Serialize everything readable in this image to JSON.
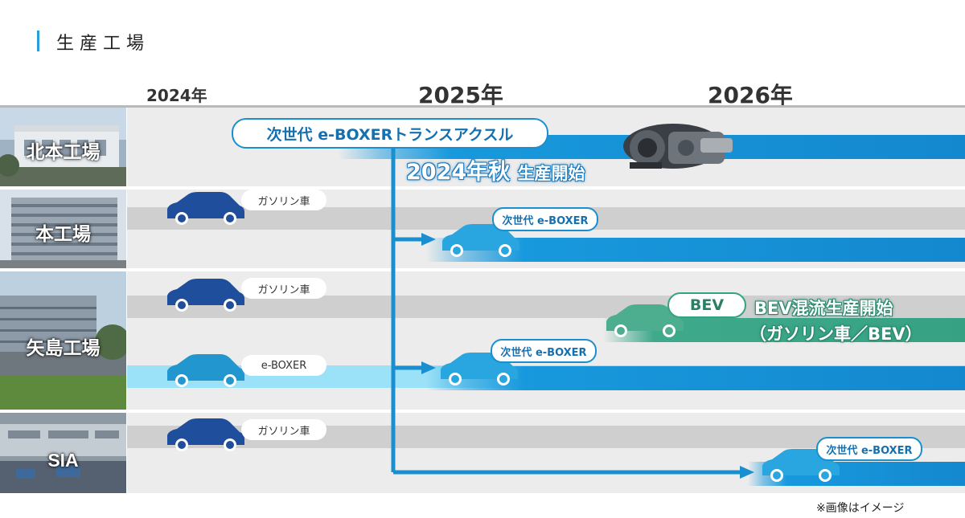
{
  "header": {
    "title": "生産工場"
  },
  "years": {
    "y2024": "2024年",
    "y2025": "2025年",
    "y2026": "2026年"
  },
  "plants": [
    {
      "name": "北本工場"
    },
    {
      "name": "本工場"
    },
    {
      "name": "矢島工場"
    },
    {
      "name": "SIA"
    }
  ],
  "labels": {
    "transaxle": "次世代 e-BOXERトランスアクスル",
    "production_start_year": "2024年秋",
    "production_start_text": "生産開始",
    "gasoline": "ガソリン車",
    "eboxer": "e-BOXER",
    "next_eboxer": "次世代 e-BOXER",
    "bev": "BEV",
    "bev_mixed_line1": "BEV混流生産開始",
    "bev_mixed_line2": "（ガソリン車／BEV）"
  },
  "footnote": "※画像はイメージ",
  "colors": {
    "accent": "#2a9fd6",
    "flow_blue": "#1899dd",
    "bev_green": "#37a283",
    "gasoline_car": "#1f4f9c",
    "eboxer_car": "#2196cf"
  },
  "icons": {
    "car": "car-icon",
    "transaxle": "transaxle-image"
  }
}
